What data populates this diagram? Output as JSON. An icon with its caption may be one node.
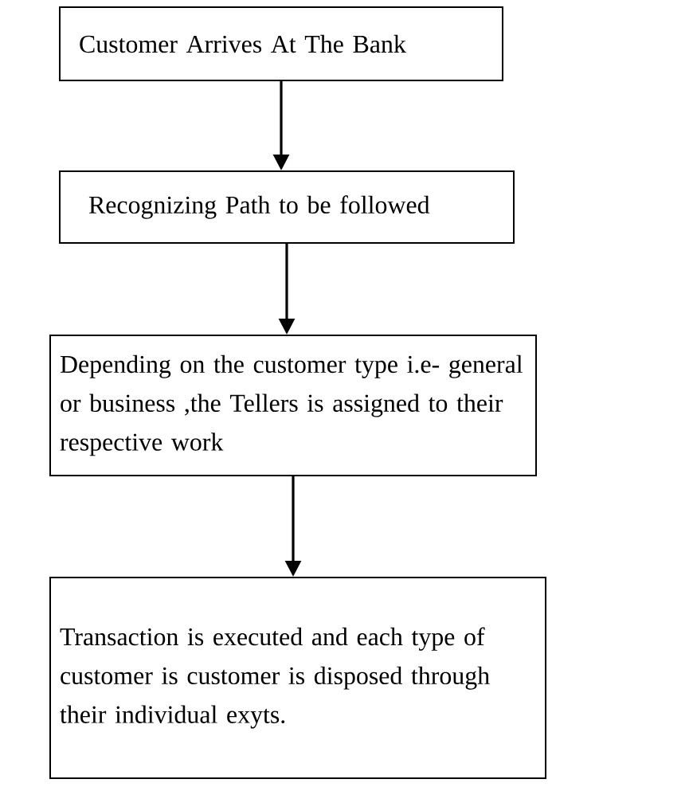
{
  "diagram": {
    "nodes": [
      {
        "text": [
          "Customer Arrives At The Bank"
        ]
      },
      {
        "text": [
          "Recognizing Path to be followed"
        ]
      },
      {
        "text": [
          "Depending on the customer type i.e- general or business ,the Tellers is assigned to their respective work"
        ]
      },
      {
        "text": [
          "Transaction is executed and each type of customer is customer is disposed through their individual exyts."
        ]
      }
    ],
    "edges": [
      {
        "from": 0,
        "to": 1,
        "arrow": "to"
      },
      {
        "from": 1,
        "to": 2,
        "arrow": "to"
      },
      {
        "from": 2,
        "to": 3,
        "arrow": "to"
      }
    ]
  }
}
